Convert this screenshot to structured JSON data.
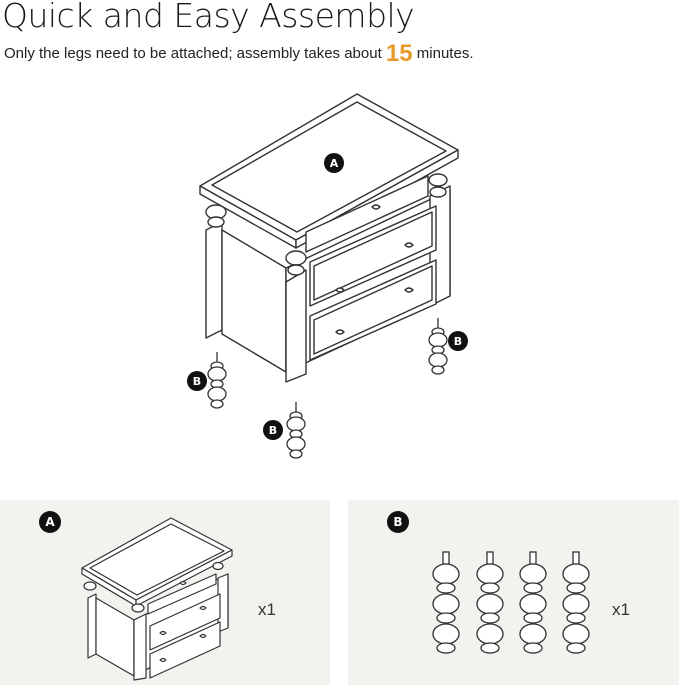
{
  "header": {
    "title": "Quick and Easy Assembly",
    "subtitle_before": "Only the legs need to be attached;  assembly takes about ",
    "subtitle_number": "15",
    "subtitle_after": " minutes."
  },
  "hero": {
    "label_a": "A",
    "label_b": "B"
  },
  "parts": [
    {
      "badge": "A",
      "quantity": "x1"
    },
    {
      "badge": "B",
      "quantity": "x1"
    }
  ],
  "colors": {
    "accent": "#e89a2a",
    "panel": "#f4f2ef",
    "line": "#333333"
  }
}
